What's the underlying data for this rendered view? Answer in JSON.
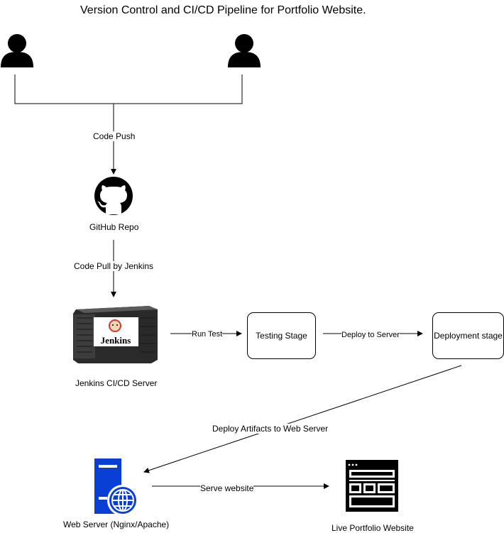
{
  "title": "Version Control and CI/CD Pipeline for Portfolio Website.",
  "nodes": {
    "github": "GitHub Repo",
    "jenkins": "Jenkins CI/CD Server",
    "jenkins_logo_text": "Jenkins",
    "testing": "Testing Stage",
    "deployment": "Deployment stage",
    "webserver": "Web Server (Nginx/Apache)",
    "live": "Live Portfolio Website"
  },
  "edges": {
    "code_push": "Code Push",
    "code_pull": "Code Pull by Jenkins",
    "run_test": "Run Test",
    "deploy_to_server": "Deploy to Server",
    "deploy_artifacts": "Deploy Artifacts to Web Server",
    "serve_website": "Serve website"
  },
  "icons": {
    "user": "user-icon",
    "github": "github-icon",
    "server": "jenkins-server-icon",
    "webserver": "web-server-icon",
    "website": "website-layout-icon"
  },
  "colors": {
    "line": "#000000",
    "webserver_blue": "#0a3fd6"
  }
}
